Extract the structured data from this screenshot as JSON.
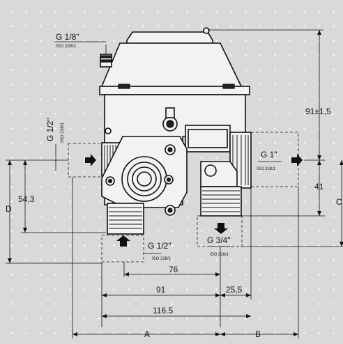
{
  "labels": {
    "g18": "G 1/8\"",
    "g18_iso": "ISO 228/1",
    "g12_left": "G 1/2\"",
    "g12_left_iso": "ISO 228/1",
    "g1": "G 1\"",
    "g1_iso": "ISO 228/1",
    "g12_bottom": "G 1/2\"",
    "g12_bottom_iso": "ISO 228/1",
    "g34": "G 3/4\"",
    "g34_iso": "ISO 228/1"
  },
  "dimensions": {
    "d91_15": "91±1,5",
    "d41": "41",
    "dC": "C",
    "d54_3": "54,3",
    "dD": "D",
    "d76": "76",
    "d91": "91",
    "d25_5": "25,5",
    "d116_5": "116.5",
    "dA": "A",
    "dB": "B"
  }
}
